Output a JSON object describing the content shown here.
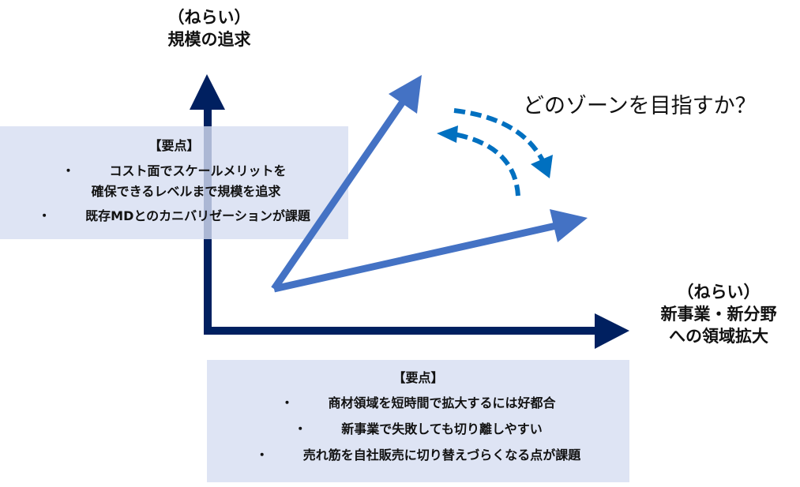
{
  "y_axis": {
    "aim": "（ねらい）",
    "title": "規模の追求"
  },
  "x_axis": {
    "aim": "（ねらい）",
    "title_line1": "新事業・新分野",
    "title_line2": "への領域拡大"
  },
  "question": "どのゾーンを目指すか？",
  "left_box": {
    "title": "【要点】",
    "points": [
      {
        "bullet": "・",
        "line1": "コスト面でスケールメリットを",
        "line2": "確保できるレベルまで規模を追求"
      },
      {
        "bullet": "・",
        "line1": "既存MDとのカニバリゼーションが課題"
      }
    ]
  },
  "bottom_box": {
    "title": "【要点】",
    "points": [
      {
        "bullet": "・",
        "text": "商材領域を短時間で拡大するには好都合"
      },
      {
        "bullet": "・",
        "text": "新事業で失敗しても切り離しやすい"
      },
      {
        "bullet": "・",
        "text": "売れ筋を自社販売に切り替えづらくなる点が課題"
      }
    ]
  },
  "colors": {
    "axis": "#002060",
    "vector_arrow": "#4472C4",
    "dashed_arrow": "#0070C0",
    "box_fill": "#D6DDF1"
  }
}
